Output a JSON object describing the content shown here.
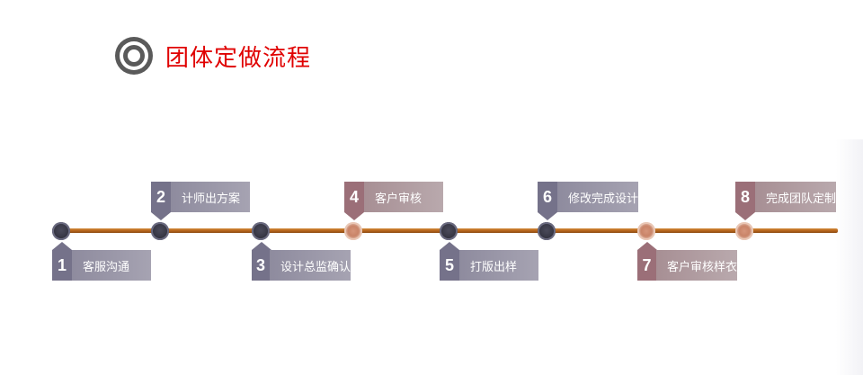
{
  "title": "团体定做流程",
  "colors": {
    "title": "#e00000",
    "track": "#b3621a",
    "grey_tag": "#75728a",
    "mauve_tag": "#9b6f78"
  },
  "icons": {
    "title_icon": "target-circle-icon"
  },
  "steps": [
    {
      "num": "1",
      "label": "客服沟通"
    },
    {
      "num": "2",
      "label": "计师出方案"
    },
    {
      "num": "3",
      "label": "设计总监确认"
    },
    {
      "num": "4",
      "label": "客户审核"
    },
    {
      "num": "5",
      "label": "打版出样"
    },
    {
      "num": "6",
      "label": "修改完成设计"
    },
    {
      "num": "7",
      "label": "客户审核样衣"
    },
    {
      "num": "8",
      "label": "完成团队定制"
    }
  ]
}
